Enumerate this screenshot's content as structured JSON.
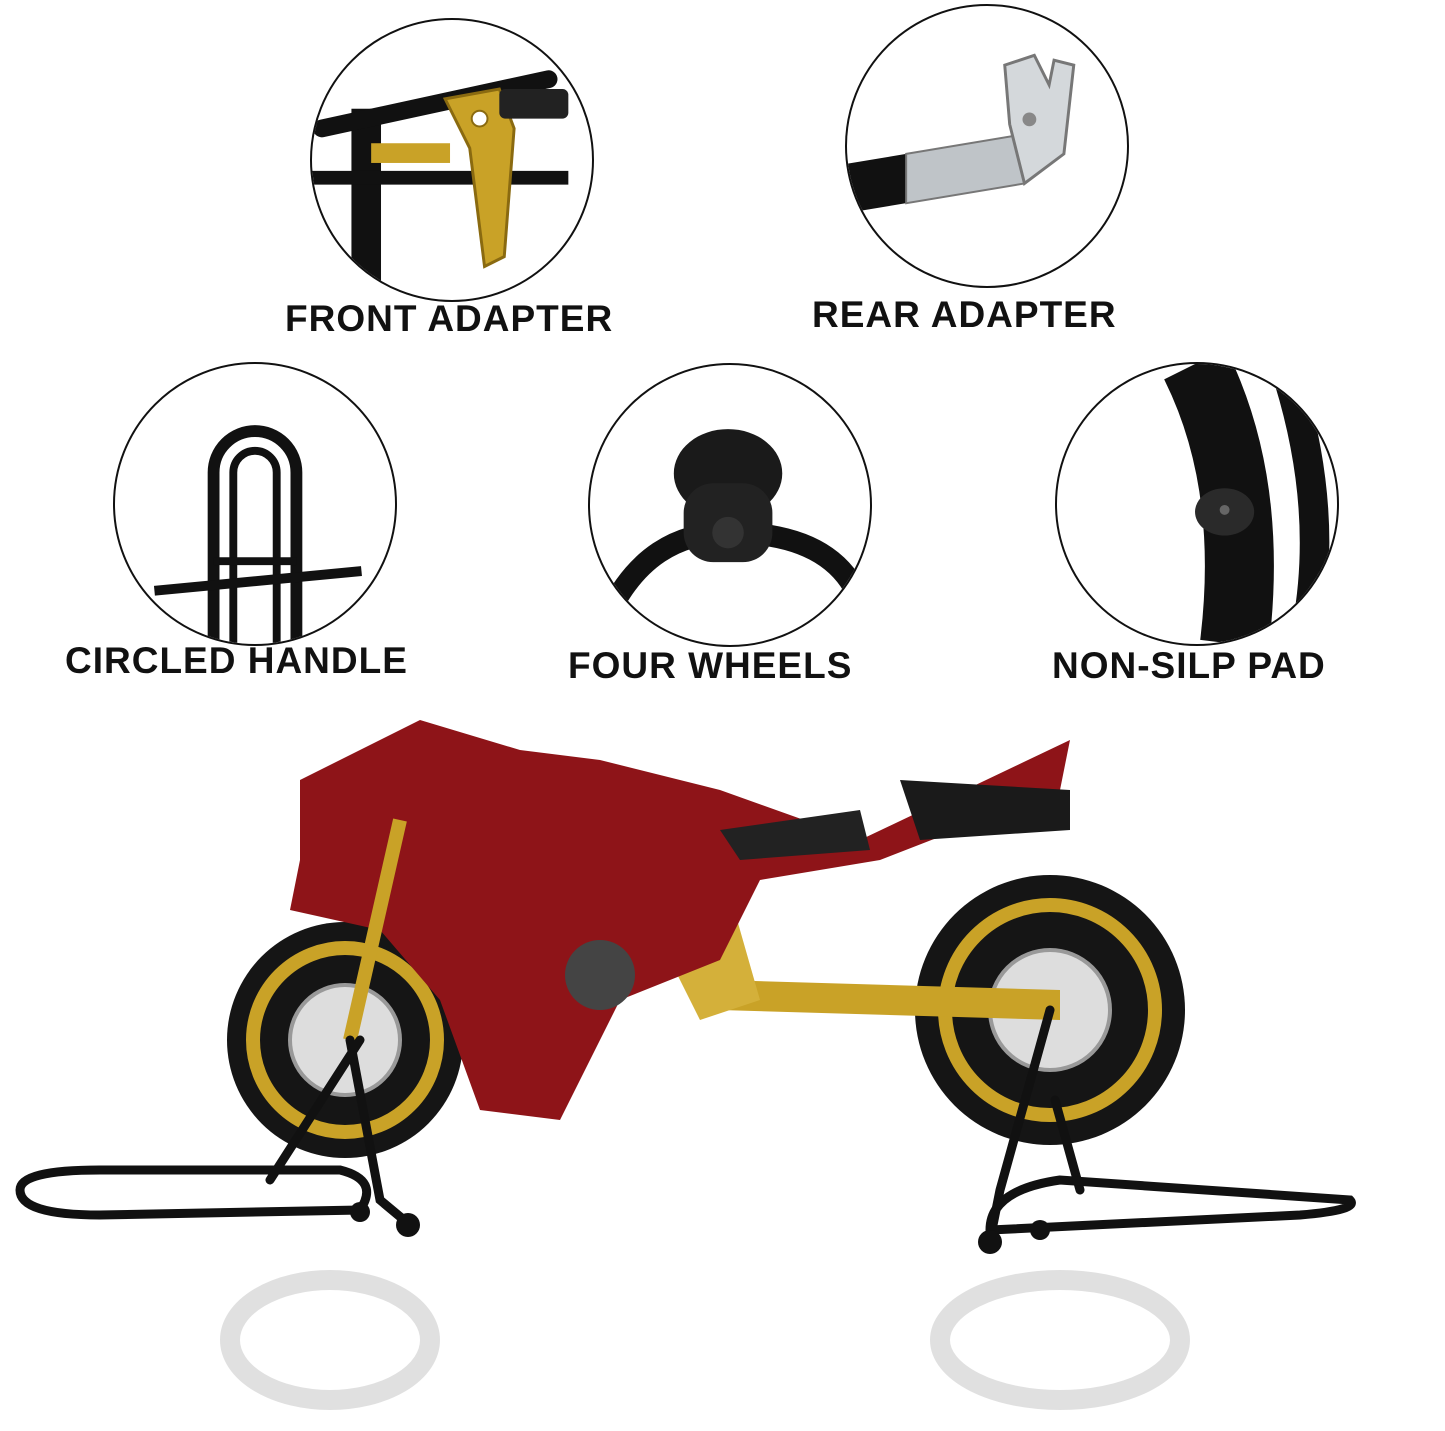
{
  "features": [
    {
      "label": "FRONT ADAPTER",
      "icon": "front-adapter-image"
    },
    {
      "label": "REAR ADAPTER",
      "icon": "rear-adapter-image"
    },
    {
      "label": "CIRCLED HANDLE",
      "icon": "circled-handle-image"
    },
    {
      "label": "FOUR WHEELS",
      "icon": "four-wheels-image"
    },
    {
      "label": "NON-SILP PAD",
      "icon": "non-slip-pad-image"
    }
  ],
  "colors": {
    "body_red": "#8e1418",
    "gold": "#c9a227",
    "stand_black": "#111111"
  }
}
